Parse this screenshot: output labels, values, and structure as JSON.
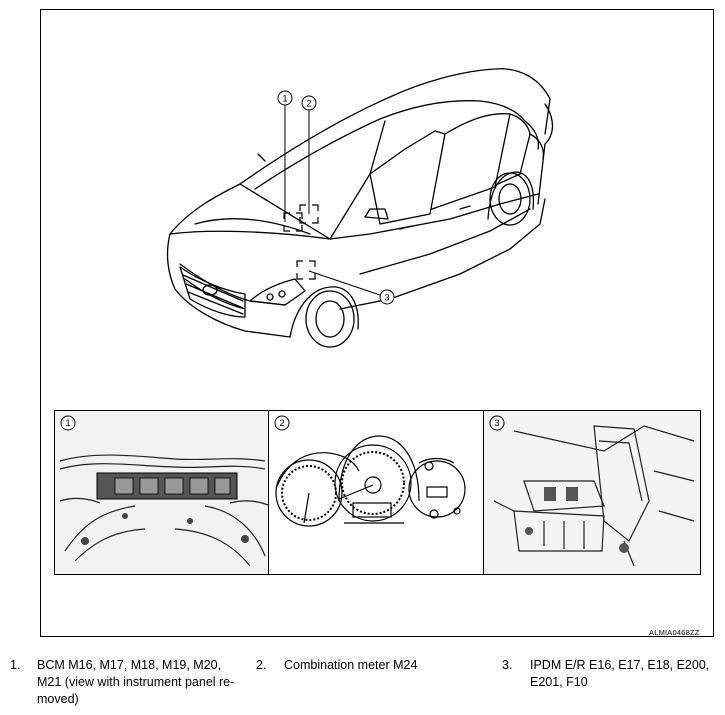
{
  "callouts": [
    "1",
    "2",
    "3"
  ],
  "panels": [
    {
      "number": "1",
      "icon": "bcm-module-photo-icon"
    },
    {
      "number": "2",
      "icon": "combination-meter-photo-icon"
    },
    {
      "number": "3",
      "icon": "ipdm-er-photo-icon"
    }
  ],
  "figure_ref": "ALMIA0468ZZ",
  "legend": [
    {
      "num": "1.",
      "text": "BCM M16, M17, M18, M19, M20, M21 (view with instrument panel re-moved)"
    },
    {
      "num": "2.",
      "text": "Combination meter M24"
    },
    {
      "num": "3.",
      "text": "IPDM E/R E16, E17, E18, E200, E201, F10"
    }
  ]
}
